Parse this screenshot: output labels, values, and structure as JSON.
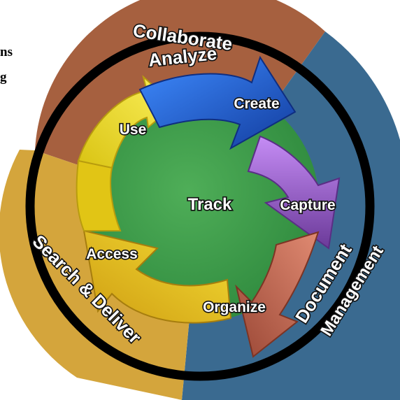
{
  "left_edge_text": [
    "ns",
    "g"
  ],
  "outer_ring": {
    "top": [
      "Collaborate",
      "Analyze"
    ],
    "right": [
      "Document",
      "Management"
    ],
    "left": "Search & Deliver"
  },
  "cycle": {
    "center": "Track",
    "steps": [
      "Create",
      "Capture",
      "Organize",
      "Access",
      "Use"
    ]
  },
  "colors": {
    "collaborate": "#a6603f",
    "document": "#3a6a90",
    "search": "#d4a53c",
    "center": "#3d9b4a",
    "create": "#1f5fd6",
    "capture": "#9b5fd0",
    "organize": "#c36a52",
    "access": "#e6c519",
    "use": "#e8d41e",
    "ring": "#000000"
  }
}
